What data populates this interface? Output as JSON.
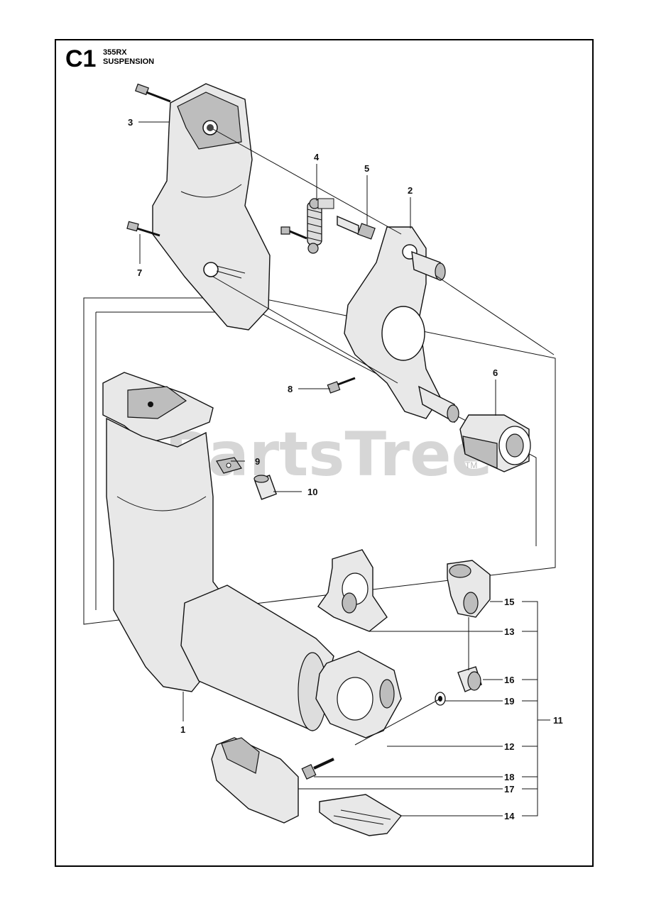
{
  "header": {
    "section_code": "C1",
    "model": "355RX",
    "title": "SUSPENSION"
  },
  "watermark": {
    "text": "PartsTree",
    "tm": "TM"
  },
  "callouts": [
    "1",
    "2",
    "3",
    "4",
    "5",
    "6",
    "7",
    "8",
    "9",
    "10",
    "11",
    "12",
    "13",
    "14",
    "15",
    "16",
    "17",
    "18",
    "19"
  ]
}
